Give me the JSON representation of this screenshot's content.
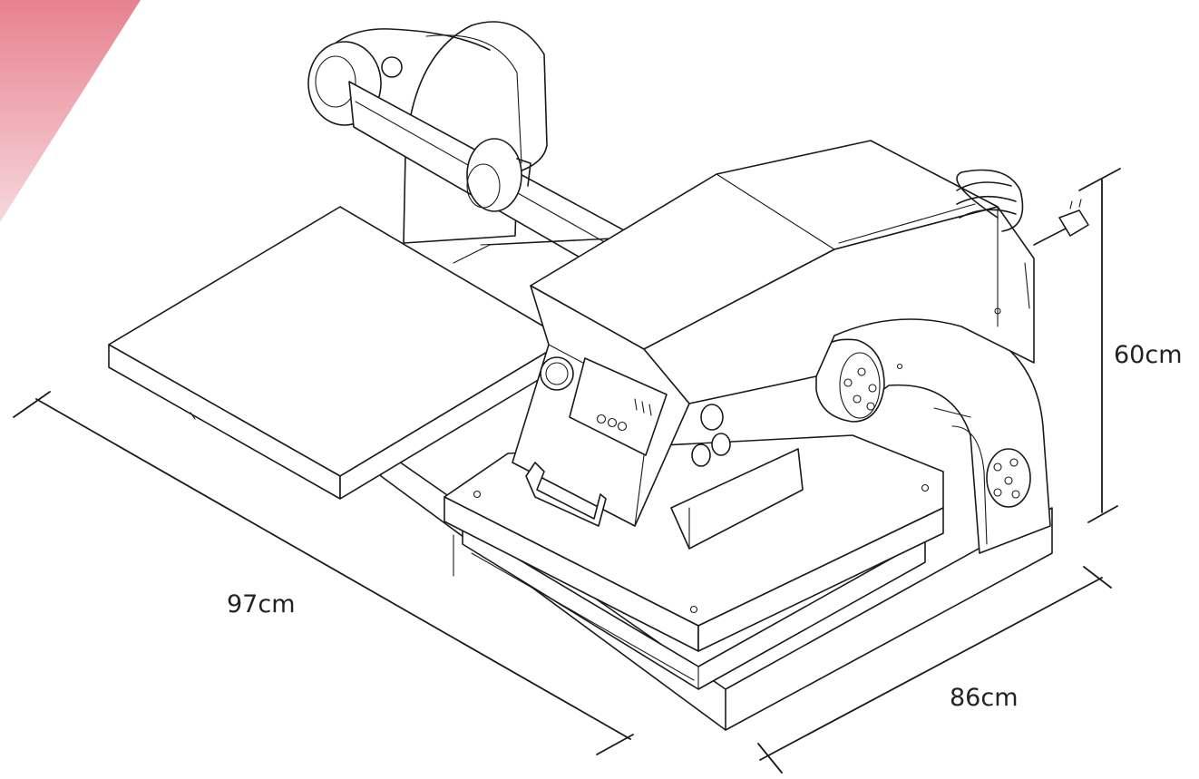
{
  "dimensions": {
    "length": "97cm",
    "width": "86cm",
    "height": "60cm"
  },
  "colors": {
    "accent": "#e8818f",
    "line": "#1a1a1a",
    "background": "#ffffff"
  },
  "icons": {
    "corner_decoration": "diagonal-pink-gradient-band",
    "machine": "swing-away-heat-press-line-drawing"
  }
}
